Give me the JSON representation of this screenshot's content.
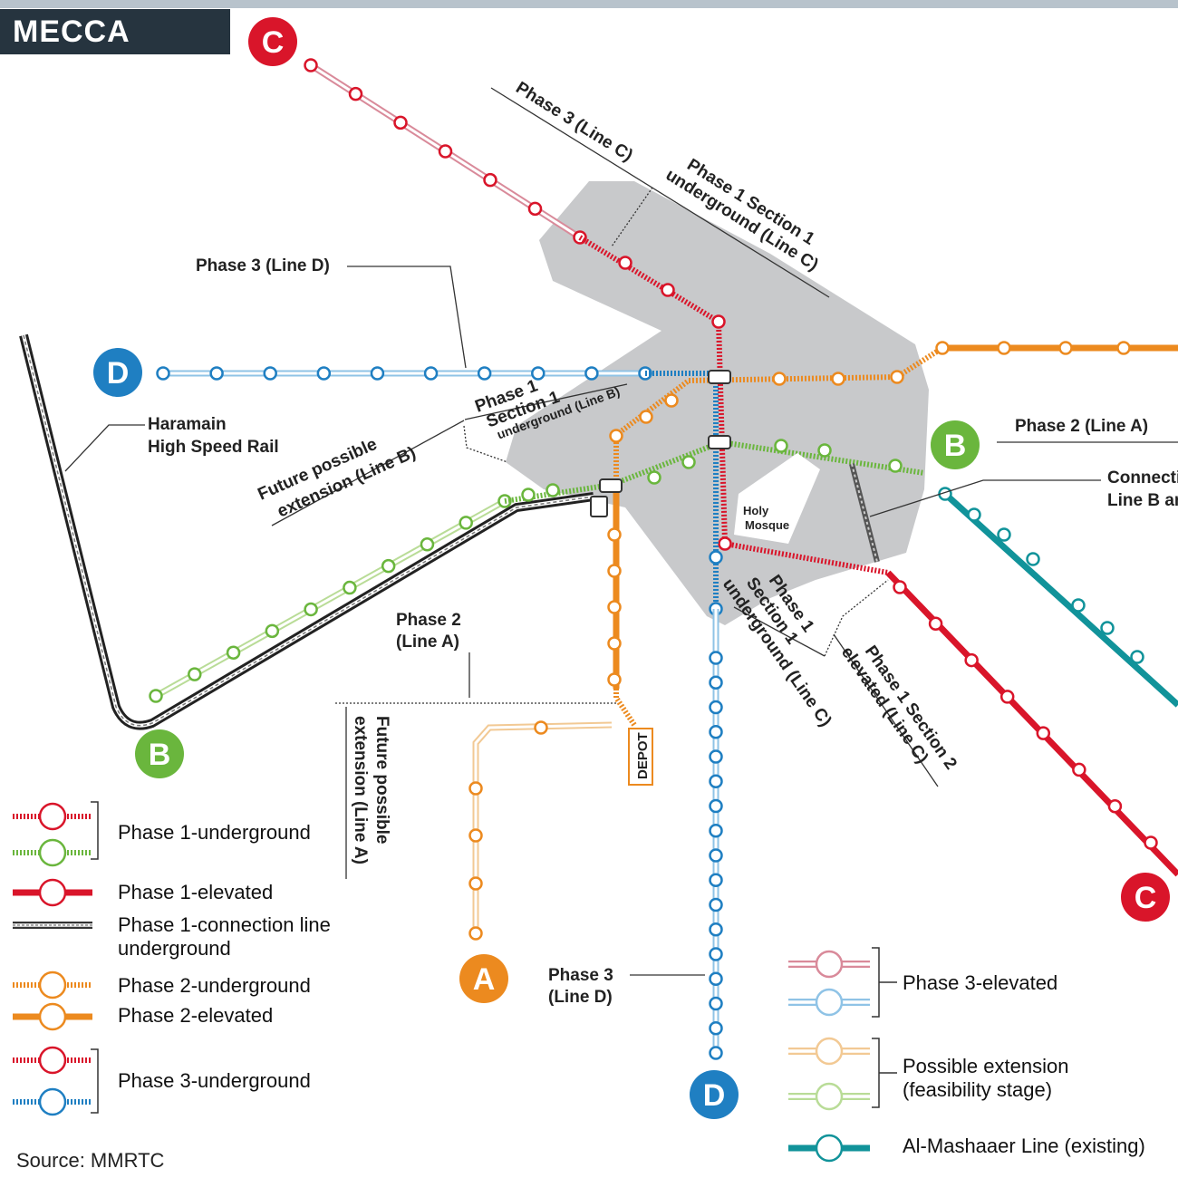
{
  "title": "MECCA METRO",
  "source": "Source: MMRTC",
  "colors": {
    "line_c": "#d9152a",
    "line_c_light": "#d98a9a",
    "line_d": "#1f7fc2",
    "line_d_light": "#8fc3e6",
    "line_a": "#ec8a1f",
    "line_a_light": "#f2c994",
    "line_b": "#6ab63d",
    "line_b_light": "#b9dc97",
    "mashaaer": "#11939a",
    "zone": "#c8c9cb",
    "title_bg": "#26343f"
  },
  "line_badges": {
    "c_top": "C",
    "c_bottom": "C",
    "d_left": "D",
    "d_bottom": "D",
    "b_right": "B",
    "b_bottom": "B",
    "a_bottom": "A"
  },
  "map_labels": {
    "phase3_line_c": "Phase 3 (Line C)",
    "phase1_s1_ug_c_1": "Phase 1 Section 1",
    "phase1_s1_ug_c_2": "underground (Line C)",
    "phase3_line_d": "Phase 3 (Line D)",
    "haramain_1": "Haramain",
    "haramain_2": "High Speed Rail",
    "future_b_1": "Future possible",
    "future_b_2": "extension (Line B)",
    "phase1_s1_b_1": "Phase 1",
    "phase1_s1_b_2": "Section 1",
    "phase1_s1_b_3": "underground (Line B)",
    "phase2_line_a_right": "Phase 2 (Line A)",
    "connection_1": "Connectio",
    "connection_2": "Line B an",
    "holy_mosque_1": "Holy",
    "holy_mosque_2": "Mosque",
    "phase2_line_a_1": "Phase 2",
    "phase2_line_a_2": "(Line A)",
    "future_a_1": "Future possible",
    "future_a_2": "extension (Line A)",
    "depot": "DEPOT",
    "phase1_s1_ug_c2_1": "Phase 1",
    "phase1_s1_ug_c2_2": "Section 1",
    "phase1_s1_ug_c2_3": "underground (Line C)",
    "phase1_s2_el_c_1": "Phase 1 Section 2",
    "phase1_s2_el_c_2": "elevated (Line C)",
    "phase3_d_bottom_1": "Phase 3",
    "phase3_d_bottom_2": "(Line D)"
  },
  "legend_left": [
    {
      "label": "Phase 1-underground"
    },
    {
      "label": "Phase 1-elevated"
    },
    {
      "label_1": "Phase 1-connection line",
      "label_2": "underground"
    },
    {
      "label": "Phase 2-underground"
    },
    {
      "label": "Phase 2-elevated"
    },
    {
      "label": "Phase 3-underground"
    }
  ],
  "legend_right": [
    {
      "label": "Phase 3-elevated"
    },
    {
      "label_1": "Possible extension",
      "label_2": "(feasibility stage)"
    },
    {
      "label": "Al-Mashaaer Line (existing)"
    }
  ]
}
